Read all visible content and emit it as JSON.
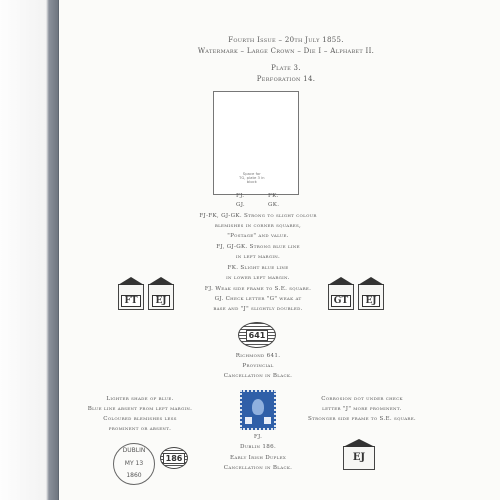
{
  "header": {
    "line1": "Fourth Issue – 20th July 1855.",
    "line2": "Watermark – Large Crown – Die I – Alphabet II.",
    "line3": "Plate 3.",
    "line4": "Perforation 14."
  },
  "frame_note": {
    "line1": "Space for",
    "line2": "TG, plate 3 in",
    "line3": "block"
  },
  "positions": {
    "row1a": "FJ.",
    "row1b": "FK.",
    "row2a": "GJ.",
    "row2b": "GK."
  },
  "notes": {
    "n1": "FJ-FK, GJ-GK. Strong to slight colour",
    "n2": "blemishes in corner squares,",
    "n3": "\"Postage\" and value.",
    "n4": "FJ, GJ-GK. Strong blue line",
    "n5": "in left margin.",
    "n6": "FK. Slight blue line",
    "n7": "in lower left margin.",
    "n8": "FJ. Weak side frame to S.E. square.",
    "n9": "GJ. Check letter \"G\" weak at",
    "n10": "base and \"J\" slightly doubled."
  },
  "corners_left": [
    "FT",
    "EJ"
  ],
  "corners_right": [
    "GT",
    "EJ"
  ],
  "cancel_641": {
    "number": "641",
    "caption1": "Richmond 641.",
    "caption2": "Provincial",
    "caption3": "Cancellation in Black."
  },
  "left_note": {
    "l1": "Lighter shade of blue.",
    "l2": "Blue line absent from left margin.",
    "l3": "Coloured blemishes less",
    "l4": "prominent or absent."
  },
  "right_note": {
    "r1": "Corrosion dot under check",
    "r2": "letter \"J\" more prominent.",
    "r3": "Stronger side frame to S.E. square."
  },
  "stamp_caption": {
    "c1": "FJ.",
    "c2": "Dublin 186.",
    "c3": "Early Irish Duplex",
    "c4": "Cancellation in Black."
  },
  "postmark": {
    "town": "DUBLIN",
    "date": "MY 13",
    "year": "1860",
    "number": "186"
  },
  "bottom_corner": "EJ",
  "colors": {
    "stamp_blue": "#2f5fa8",
    "ink": "#4a4a4a"
  }
}
